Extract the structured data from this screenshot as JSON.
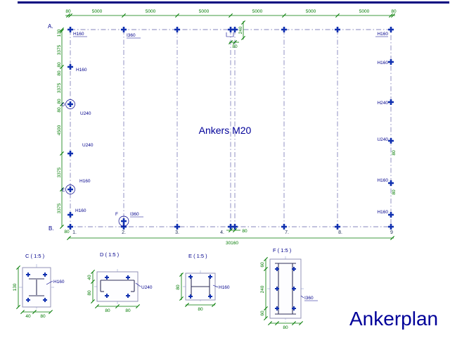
{
  "title_text": "Ankerplan",
  "colors": {
    "dimension_green": "#007a00",
    "label_navy": "#00008b",
    "anchor_blue": "#1030b0",
    "grid_line_blue": "#8585bd",
    "title_navy": "#000099"
  },
  "plan": {
    "caption": "Ankers M20",
    "row_top": "A.",
    "row_bottom": "B.",
    "top_dims": [
      "80",
      "5000",
      "5000",
      "5000",
      "5000",
      "5000",
      "5000",
      "80"
    ],
    "left_dims": [
      "130",
      "3375",
      "80",
      "80",
      "3375",
      "80",
      "80",
      "4500",
      "3375",
      "3375"
    ],
    "bottom_axis": [
      "1.",
      "2.",
      "3.",
      "4.",
      "7.",
      "8.",
      "9"
    ],
    "bottom_gap_dim": "80",
    "bottom_edge_dim": "80",
    "total_width_dim": "30160",
    "mid_dims": {
      "v": "240",
      "h": "80"
    },
    "beam_top": "I360",
    "beam_f": "I360",
    "marks": {
      "d": "D",
      "e": "E",
      "f": "F"
    },
    "left_labels": {
      "a_corner": "H160",
      "l1": "H160",
      "l2": "U240",
      "l3": "U240",
      "l4": "H160",
      "l5": "H160"
    },
    "right_labels": {
      "a_corner": "H160",
      "r1": "H160",
      "r2": "H240",
      "r3": "U240",
      "r4": "H160",
      "r5": "H160",
      "d1": "80",
      "d2": "80"
    }
  },
  "details": {
    "c": {
      "title": "C ( 1:5 )",
      "section": "H160",
      "dim_left": "130",
      "dim_b1": "40",
      "dim_b2": "80"
    },
    "d": {
      "title": "D ( 1:5 )",
      "section": "U240",
      "dim_l1": "40",
      "dim_l2": "80",
      "dim_b1": "80",
      "dim_b2": "80"
    },
    "e": {
      "title": "E ( 1:5 )",
      "section": "H160",
      "dim_left": "80",
      "dim_bottom": "80"
    },
    "f": {
      "title": "F ( 1:5 )",
      "section": "I360",
      "dim_l1": "60",
      "dim_l2": "240",
      "dim_l3": "60",
      "dim_bottom": "80"
    }
  }
}
